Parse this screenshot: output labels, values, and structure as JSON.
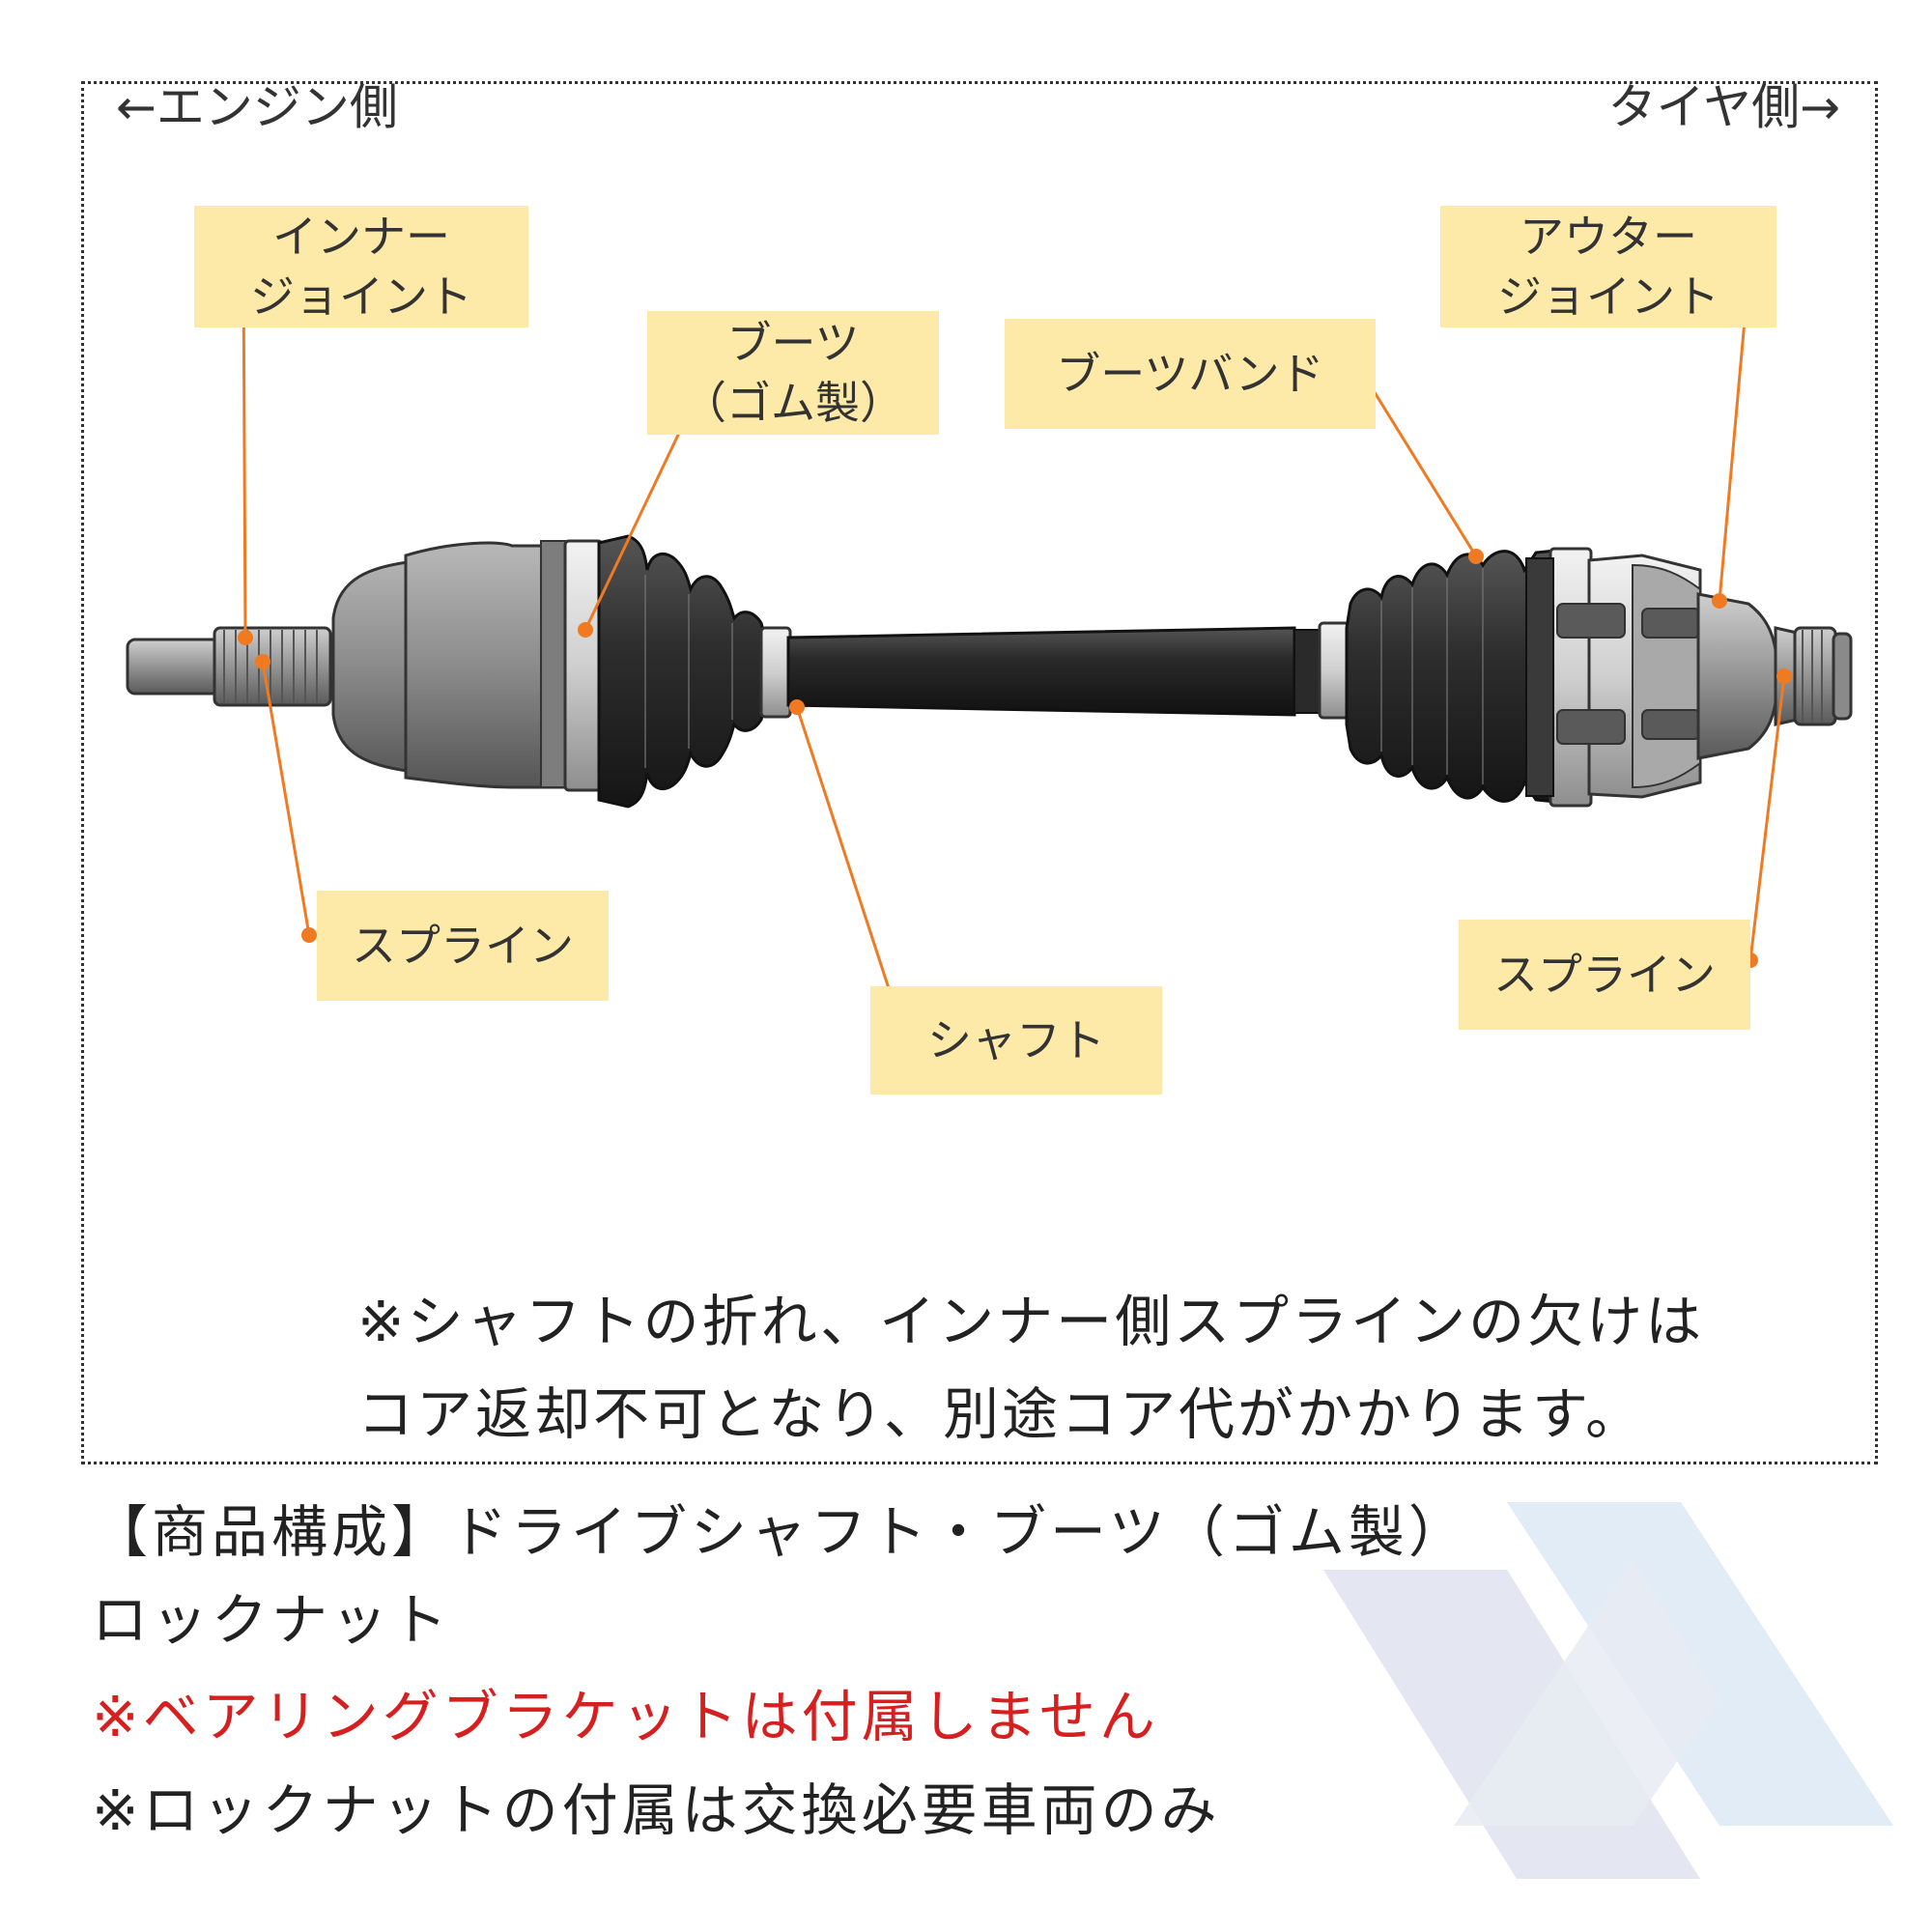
{
  "sides": {
    "engine": "←エンジン側",
    "tire": "タイヤ側→"
  },
  "labels": {
    "inner_joint": [
      "インナー",
      "ジョイント"
    ],
    "outer_joint": [
      "アウター",
      "ジョイント"
    ],
    "boot": [
      "ブーツ",
      "（ゴム製）"
    ],
    "boot_band": "ブーツバンド",
    "spline_left": "スプライン",
    "spline_right": "スプライン",
    "shaft": "シャフト"
  },
  "note": [
    "※シャフトの折れ、インナー側スプラインの欠けは",
    "コア返却不可となり、別途コア代がかかります。"
  ],
  "composition": {
    "line1": "【商品構成】ドライブシャフト・ブーツ（ゴム製）",
    "line2": "ロックナット",
    "warning": "※ベアリングブラケットは付属しません",
    "locknut_note": "※ロックナットの付属は交換必要車両のみ"
  },
  "colors": {
    "label_bg": "#fde9a8",
    "leader": "#f07a22",
    "warning": "#d62020"
  }
}
